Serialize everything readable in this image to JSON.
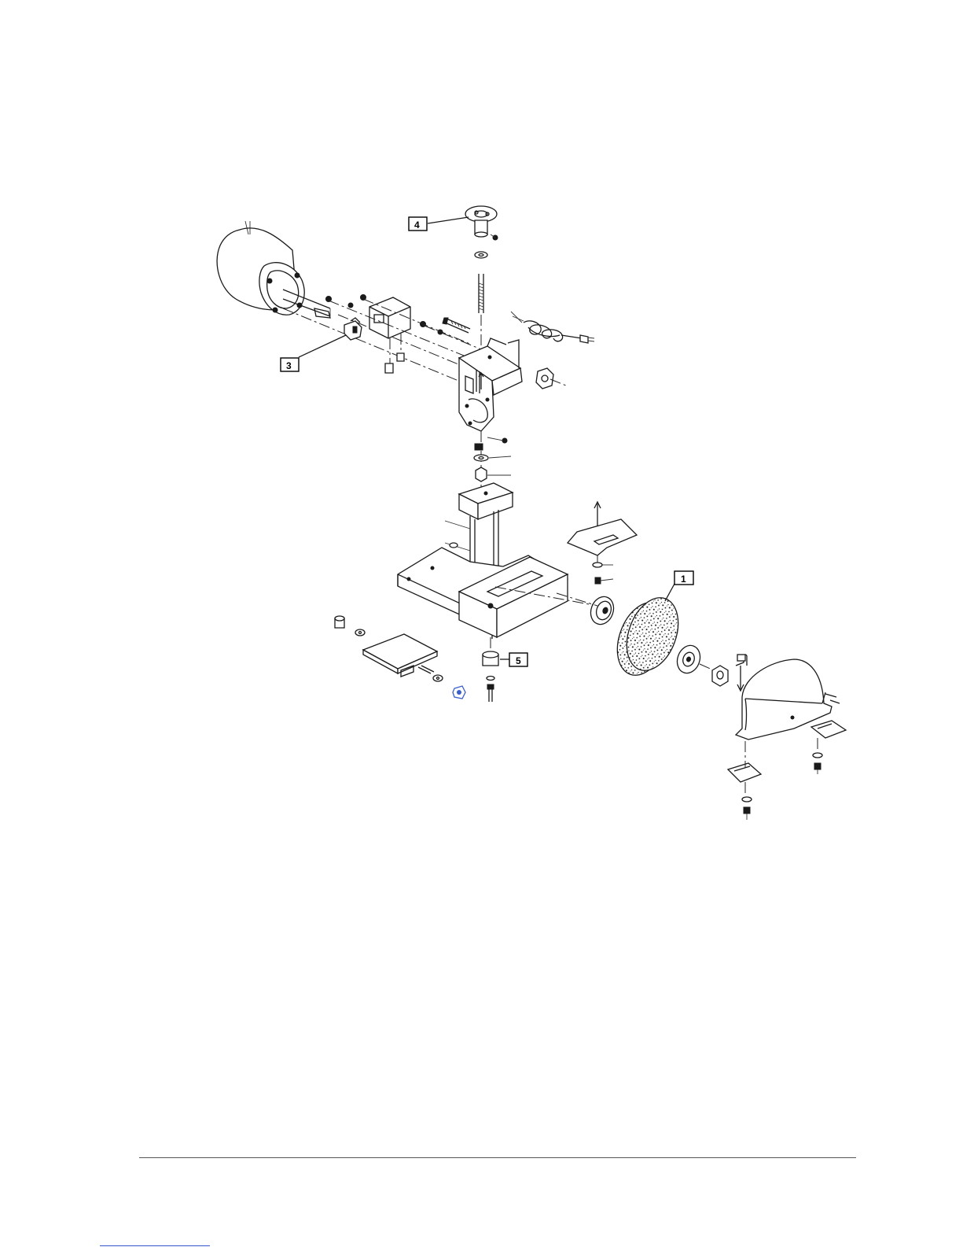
{
  "callouts": [
    {
      "id": "1",
      "label": "1"
    },
    {
      "id": "3",
      "label": "3"
    },
    {
      "id": "4",
      "label": "4"
    },
    {
      "id": "5",
      "label": "5"
    }
  ],
  "colors": {
    "line": "#1a1a1a",
    "footer_rule": "#555555",
    "link_stub": "#3355cc",
    "accent_blue": "#3a5fcd"
  },
  "icons": [
    "motor",
    "switch-box",
    "wheel-guard",
    "grinding-wheel",
    "flange",
    "arbor-nut",
    "base",
    "tool-rest",
    "eye-shield",
    "power-cord"
  ]
}
